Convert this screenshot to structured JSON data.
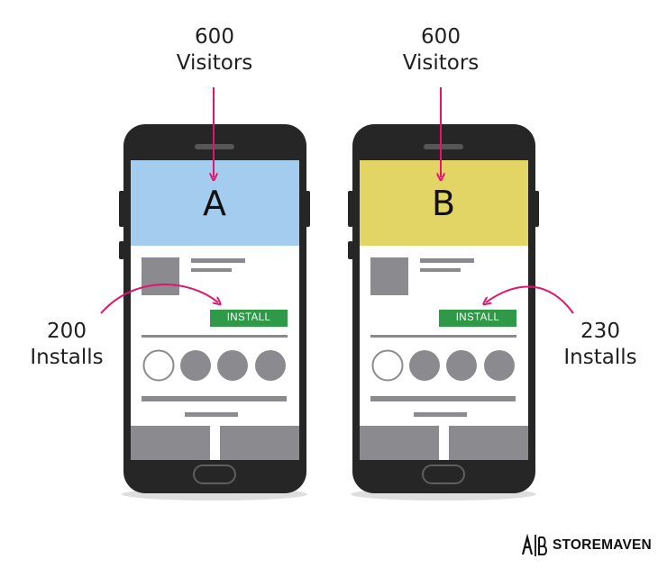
{
  "variants": [
    {
      "letter": "A",
      "visitors_count": "600",
      "visitors_label": "Visitors",
      "install_button": "INSTALL",
      "installs_count": "200",
      "installs_label": "Installs",
      "banner_color": "#a3ccef"
    },
    {
      "letter": "B",
      "visitors_count": "600",
      "visitors_label": "Visitors",
      "install_button": "INSTALL",
      "installs_count": "230",
      "installs_label": "Installs",
      "banner_color": "#e3d466"
    }
  ],
  "brand": {
    "name": "STOREMAVEN",
    "icon": "storemaven-ab-logo-icon"
  },
  "colors": {
    "arrow": "#e0166e",
    "phone_body": "#262626",
    "placeholder_gray": "#8b8a8f",
    "install_button": "#2e9a47"
  }
}
